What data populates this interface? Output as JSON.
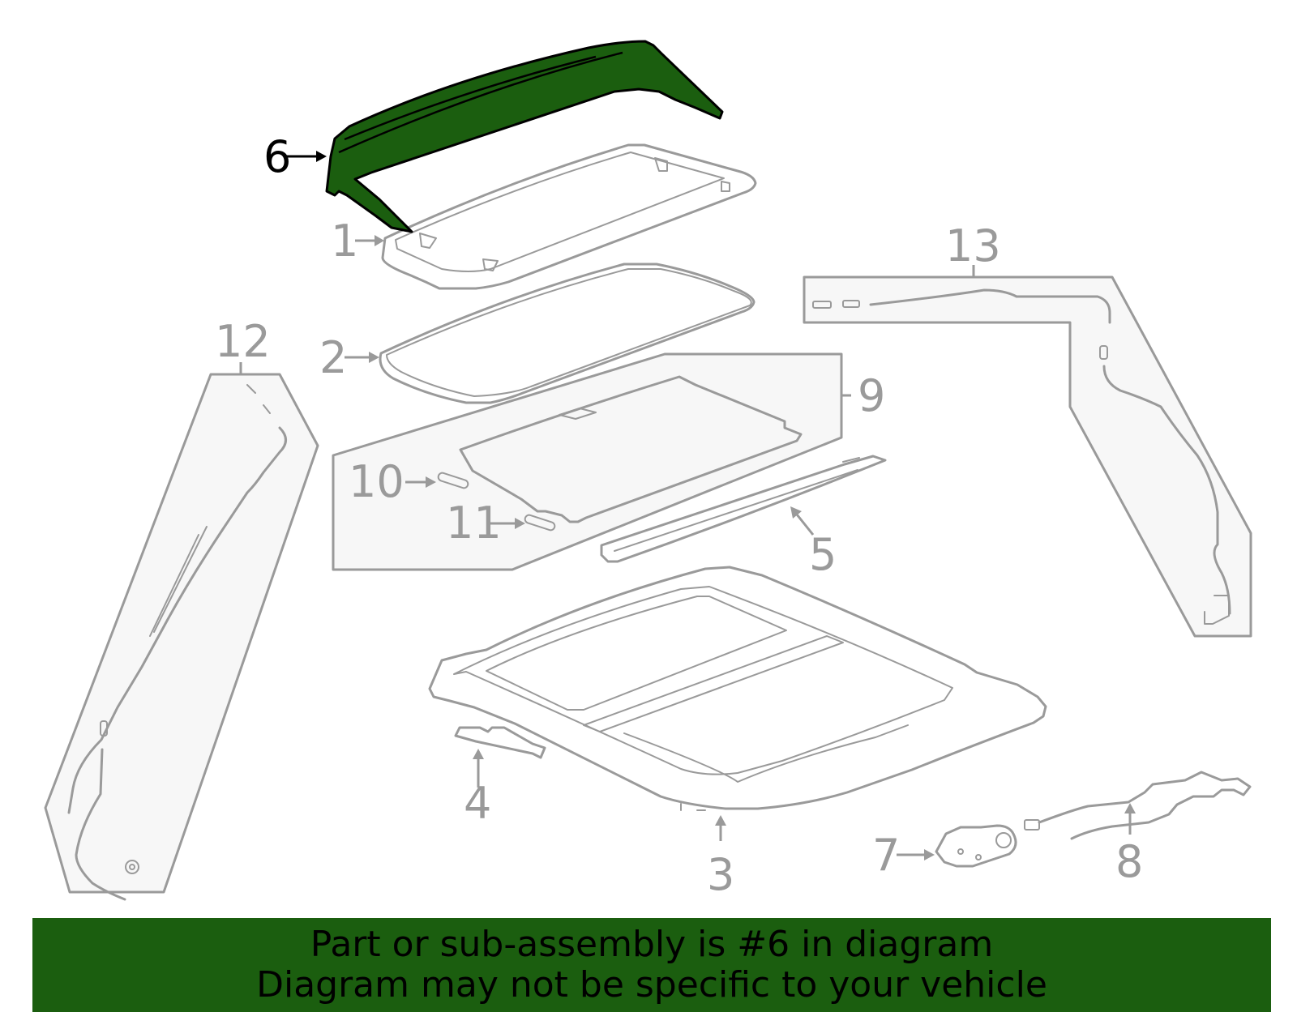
{
  "diagram": {
    "callouts": {
      "c1": "1",
      "c2": "2",
      "c3": "3",
      "c4": "4",
      "c5": "5",
      "c6": "6",
      "c7": "7",
      "c8": "8",
      "c9": "9",
      "c10": "10",
      "c11": "11",
      "c12": "12",
      "c13": "13"
    },
    "highlighted_callout": "6",
    "colors": {
      "highlight_fill": "#1b5e0f",
      "part_stroke": "#9a9a9a",
      "panel_fill": "#f7f7f7",
      "banner_background": "#1b5e0f"
    }
  },
  "banner": {
    "line1": "Part or sub-assembly is #6 in diagram",
    "line2": "Diagram may not be specific to your vehicle"
  }
}
